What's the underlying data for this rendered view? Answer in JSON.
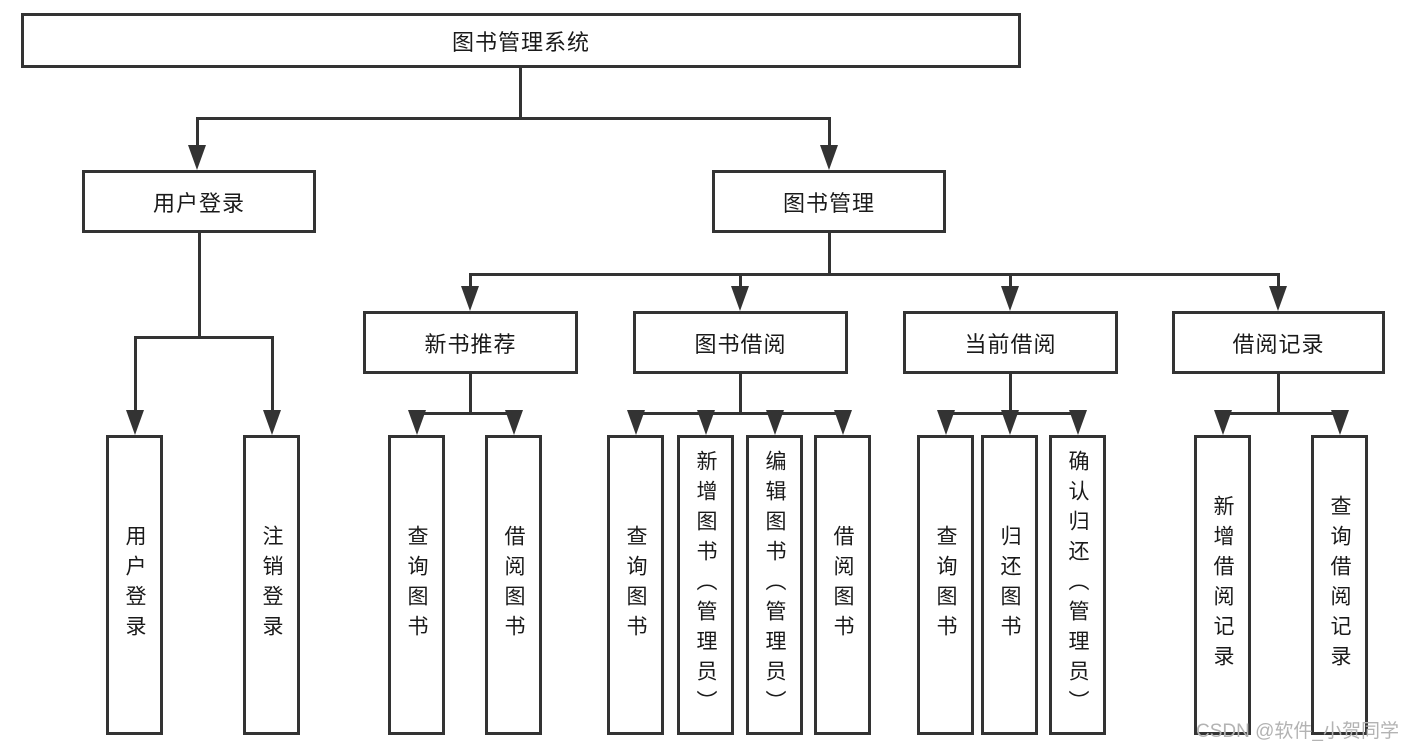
{
  "diagram": {
    "root": {
      "label": "图书管理系统"
    },
    "branches": [
      {
        "label": "用户登录"
      },
      {
        "label": "图书管理"
      }
    ],
    "modules": [
      {
        "label": "新书推荐"
      },
      {
        "label": "图书借阅"
      },
      {
        "label": "当前借阅"
      },
      {
        "label": "借阅记录"
      }
    ],
    "leaves": [
      {
        "label": "用户登录"
      },
      {
        "label": "注销登录"
      },
      {
        "label": "查询图书"
      },
      {
        "label": "借阅图书"
      },
      {
        "label": "查询图书"
      },
      {
        "label": "新增图书（管理员）"
      },
      {
        "label": "编辑图书（管理员）"
      },
      {
        "label": "借阅图书"
      },
      {
        "label": "查询图书"
      },
      {
        "label": "归还图书"
      },
      {
        "label": "确认归还（管理员）"
      },
      {
        "label": "新增借阅记录"
      },
      {
        "label": "查询借阅记录"
      }
    ]
  },
  "watermark": {
    "text": "CSDN @软件_小贺同学"
  },
  "colors": {
    "line": "#333333",
    "text": "#1a1a1a",
    "watermark": "#b3b3b3",
    "background": "#ffffff"
  }
}
